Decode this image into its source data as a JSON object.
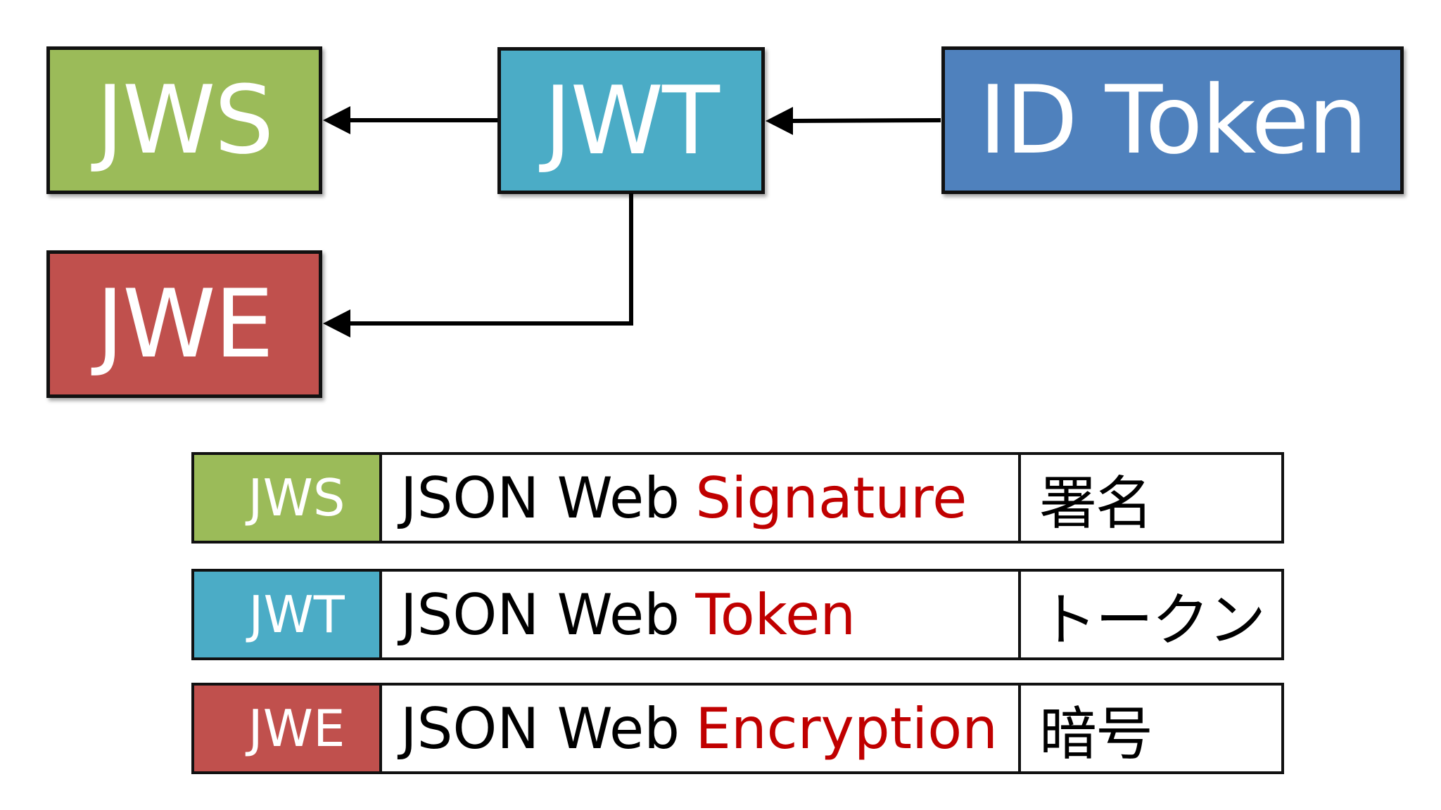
{
  "colors": {
    "jws": "#9bbb59",
    "jwt": "#4bacc6",
    "id_token": "#4f81bd",
    "jwe": "#c0504d",
    "highlight_text": "#c00000"
  },
  "diagram": {
    "nodes": {
      "jws": "JWS",
      "jwt": "JWT",
      "id_token": "ID Token",
      "jwe": "JWE"
    },
    "edges": [
      {
        "from": "ID Token",
        "to": "JWT"
      },
      {
        "from": "JWT",
        "to": "JWS"
      },
      {
        "from": "JWT",
        "to": "JWE"
      }
    ]
  },
  "legend": [
    {
      "abbr": "JWS",
      "prefix": "JSON Web",
      "highlight": "Signature",
      "japanese": "署名"
    },
    {
      "abbr": "JWT",
      "prefix": "JSON Web",
      "highlight": "Token",
      "japanese": "トークン"
    },
    {
      "abbr": "JWE",
      "prefix": "JSON Web",
      "highlight": "Encryption",
      "japanese": "暗号"
    }
  ]
}
